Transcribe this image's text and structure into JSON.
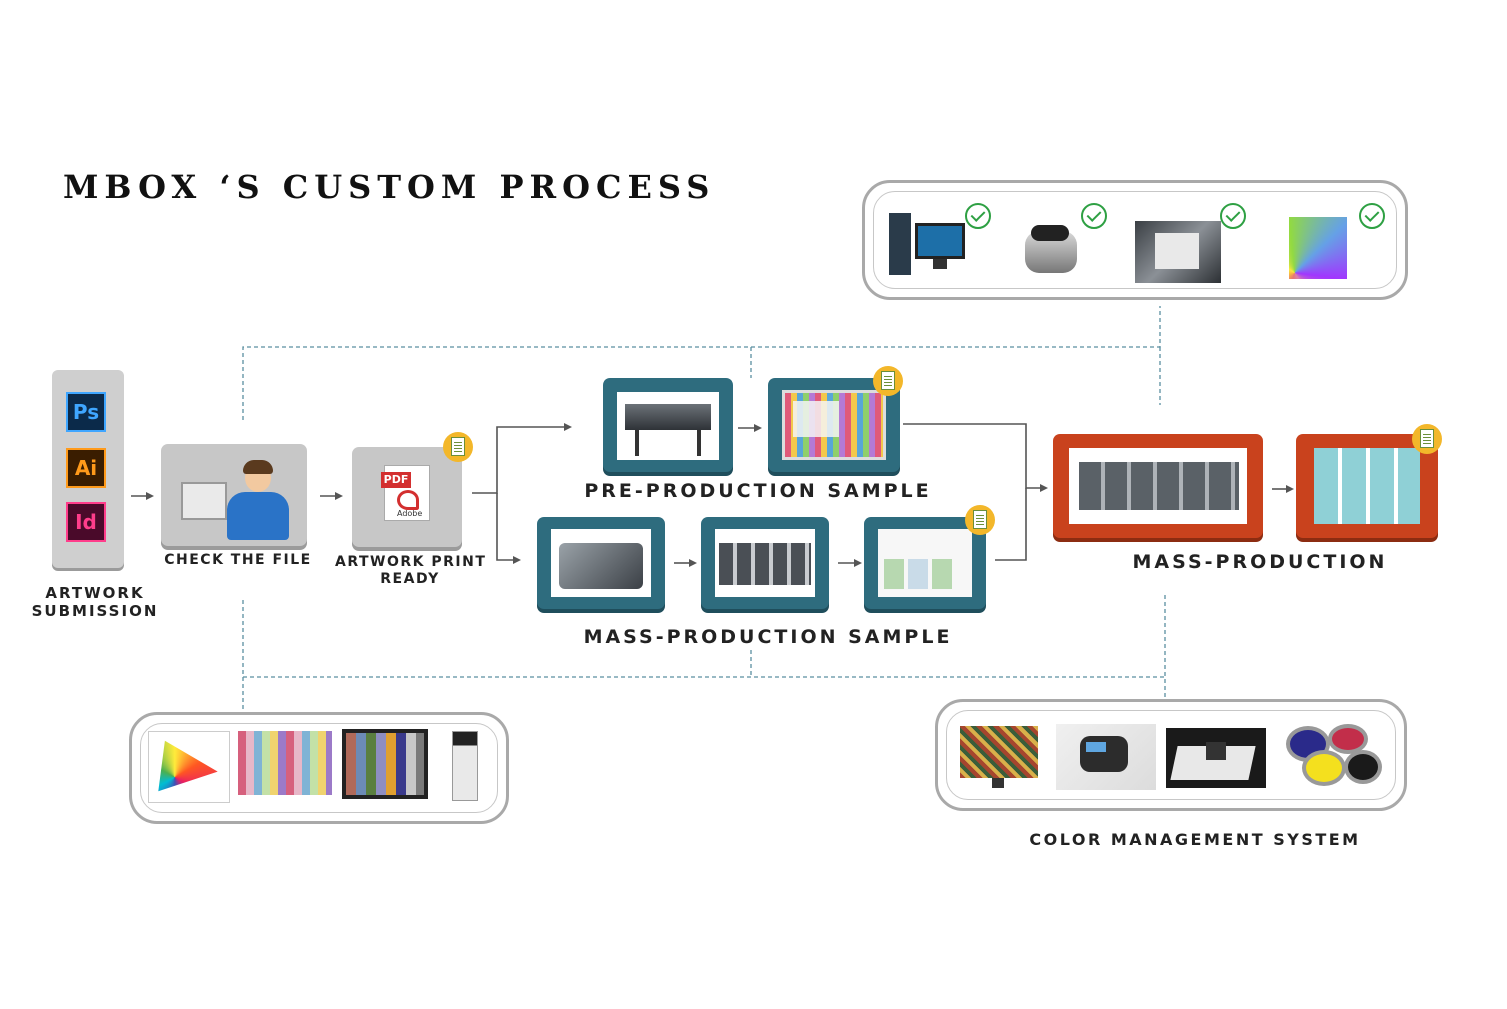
{
  "title": "MBOX ‘S CUSTOM PROCESS",
  "labels": {
    "artwork_submission_1": "ARTWORK",
    "artwork_submission_2": "SUBMISSION",
    "check_file": "CHECK THE FILE",
    "print_ready_1": "ARTWORK PRINT",
    "print_ready_2": "READY",
    "pre_production": "PRE-PRODUCTION SAMPLE",
    "mass_production_sample": "MASS-PRODUCTION SAMPLE",
    "mass_production": "MASS-PRODUCTION",
    "color_management": "COLOR MANAGEMENT SYSTEM"
  },
  "software_icons": [
    {
      "text": "Ps",
      "bg": "#0b2a4a",
      "fg": "#3fa6ff"
    },
    {
      "text": "Ai",
      "bg": "#3a1d00",
      "fg": "#ff9a1a"
    },
    {
      "text": "Id",
      "bg": "#4a0a2a",
      "fg": "#ff3d8b"
    }
  ],
  "pdf_label": "PDF",
  "adobe_label": "Adobe",
  "colors": {
    "teal": "#2e6c7e",
    "orange": "#c9421d",
    "grey_tile": "#c7c7c7",
    "check_green": "#2ea043",
    "dashed_line": "#5b8fa0",
    "arrow": "#555555"
  }
}
